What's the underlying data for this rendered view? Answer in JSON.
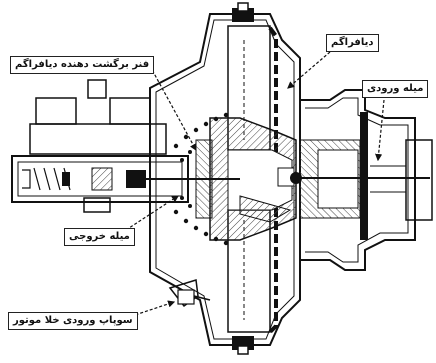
{
  "labels": {
    "spring": "فنر برگشت دهنده دیافراگم",
    "diaphragm": "دیافراگم",
    "input_rod": "میله ورودی",
    "output_rod": "میله خروجی",
    "vacuum_valve": "سوپاپ ورودی خلا موتور"
  }
}
